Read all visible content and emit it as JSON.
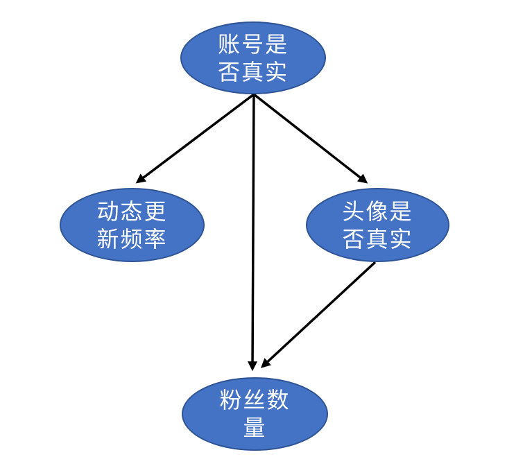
{
  "diagram": {
    "type": "directed-graph",
    "colors": {
      "node_fill": "#4472c4",
      "node_border": "#2e5496",
      "node_text": "#ffffff",
      "arrow": "#000000",
      "background": "#ffffff"
    },
    "nodes": [
      {
        "id": "account-authenticity",
        "label": "账号是否真实",
        "line1": "账号是",
        "line2": "否真实"
      },
      {
        "id": "update-frequency",
        "label": "动态更新频率",
        "line1": "动态更",
        "line2": "新频率"
      },
      {
        "id": "avatar-authenticity",
        "label": "头像是否真实",
        "line1": "头像是",
        "line2": "否真实"
      },
      {
        "id": "follower-count",
        "label": "粉丝数量",
        "line1": "粉丝数",
        "line2": "量"
      }
    ],
    "edges": [
      {
        "from": "account-authenticity",
        "to": "update-frequency"
      },
      {
        "from": "account-authenticity",
        "to": "follower-count"
      },
      {
        "from": "account-authenticity",
        "to": "avatar-authenticity"
      },
      {
        "from": "avatar-authenticity",
        "to": "follower-count"
      }
    ]
  }
}
